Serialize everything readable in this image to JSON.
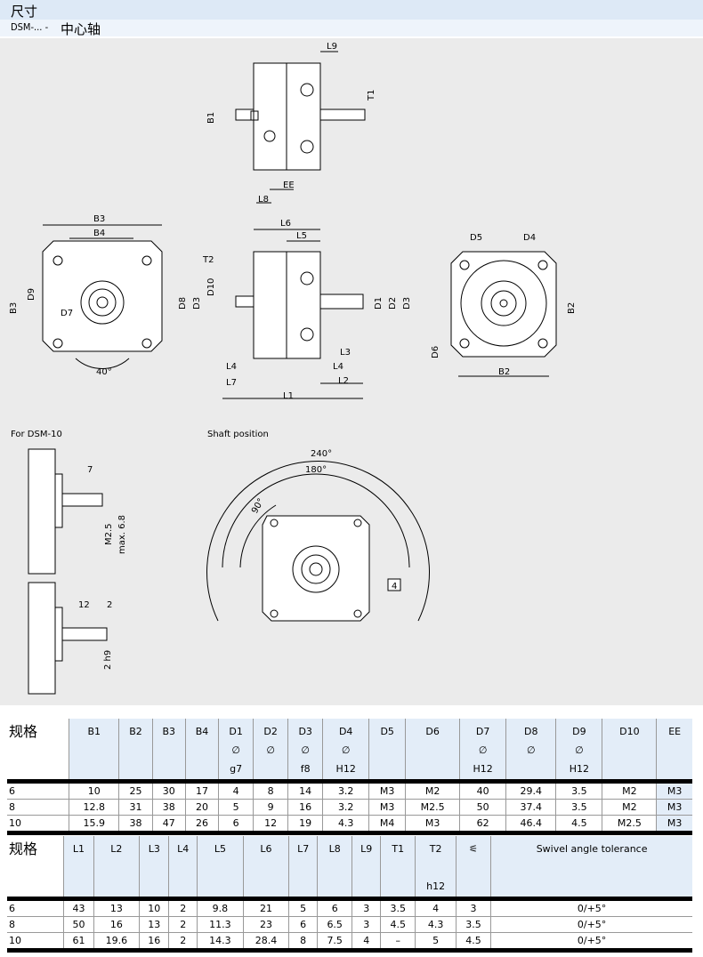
{
  "header": {
    "title": "尺寸",
    "model": "DSM-... -",
    "subtitle": "中心轴"
  },
  "drawings": {
    "top_view": {
      "l9": "L9",
      "t1": "T1",
      "b1": "B1",
      "ee": "EE",
      "l8": "L8"
    },
    "front_view": {
      "b3_top": "B3",
      "b4": "B4",
      "b3_side": "B3",
      "d9": "D9",
      "d7": "D7",
      "angle": "40°"
    },
    "side_view": {
      "l6": "L6",
      "l5": "L5",
      "t2": "T2",
      "d10": "D10",
      "d8": "D8",
      "d3_left": "D3",
      "d1": "D1",
      "d2": "D2",
      "d3_right": "D3",
      "l3": "L3",
      "l4_left": "L4",
      "l4_right": "L4",
      "l7": "L7",
      "l2": "L2",
      "l1": "L1"
    },
    "rear_view": {
      "d5": "D5",
      "d4": "D4",
      "b2_side": "B2",
      "b2_bottom": "B2",
      "d6": "D6"
    },
    "dsm10": {
      "title": "For DSM-10",
      "dim7": "7",
      "m25": "M2.5",
      "max68": "max. 6.8",
      "dim12": "12",
      "dim2": "2",
      "h9": "2 h9"
    },
    "shaft": {
      "title": "Shaft position",
      "a240": "240°",
      "a180": "180°",
      "a90": "90°",
      "callout": "4"
    }
  },
  "table1": {
    "headers": [
      [
        "规格"
      ],
      [
        "B1"
      ],
      [
        "B2"
      ],
      [
        "B3"
      ],
      [
        "B4"
      ],
      [
        "D1",
        "∅",
        "g7"
      ],
      [
        "D2",
        "∅"
      ],
      [
        "D3",
        "∅",
        "f8"
      ],
      [
        "D4",
        "∅",
        "H12"
      ],
      [
        "D5"
      ],
      [
        "D6"
      ],
      [
        "D7",
        "∅",
        "H12"
      ],
      [
        "D8",
        "∅"
      ],
      [
        "D9",
        "∅",
        "H12"
      ],
      [
        "D10"
      ],
      [
        "EE"
      ]
    ],
    "rows": [
      [
        "6",
        "10",
        "25",
        "30",
        "17",
        "4",
        "8",
        "14",
        "3.2",
        "M3",
        "M2",
        "40",
        "29.4",
        "3.5",
        "M2",
        "M3"
      ],
      [
        "8",
        "12.8",
        "31",
        "38",
        "20",
        "5",
        "9",
        "16",
        "3.2",
        "M3",
        "M2.5",
        "50",
        "37.4",
        "3.5",
        "M2",
        "M3"
      ],
      [
        "10",
        "15.9",
        "38",
        "47",
        "26",
        "6",
        "12",
        "19",
        "4.3",
        "M4",
        "M3",
        "62",
        "46.4",
        "4.5",
        "M2.5",
        "M3"
      ]
    ]
  },
  "table2": {
    "headers": [
      [
        "规格"
      ],
      [
        "L1"
      ],
      [
        "L2"
      ],
      [
        "L3"
      ],
      [
        "L4"
      ],
      [
        "L5"
      ],
      [
        "L6"
      ],
      [
        "L7"
      ],
      [
        "L8"
      ],
      [
        "L9"
      ],
      [
        "T1"
      ],
      [
        "T2",
        "",
        "h12"
      ],
      [
        "⚟"
      ],
      [
        "Swivel angle tolerance"
      ]
    ],
    "rows": [
      [
        "6",
        "43",
        "13",
        "10",
        "2",
        "9.8",
        "21",
        "5",
        "6",
        "3",
        "3.5",
        "4",
        "3",
        "0/+5°"
      ],
      [
        "8",
        "50",
        "16",
        "13",
        "2",
        "11.3",
        "23",
        "6",
        "6.5",
        "3",
        "4.5",
        "4.3",
        "3.5",
        "0/+5°"
      ],
      [
        "10",
        "61",
        "19.6",
        "16",
        "2",
        "14.3",
        "28.4",
        "8",
        "7.5",
        "4",
        "–",
        "5",
        "4.5",
        "0/+5°"
      ]
    ]
  }
}
